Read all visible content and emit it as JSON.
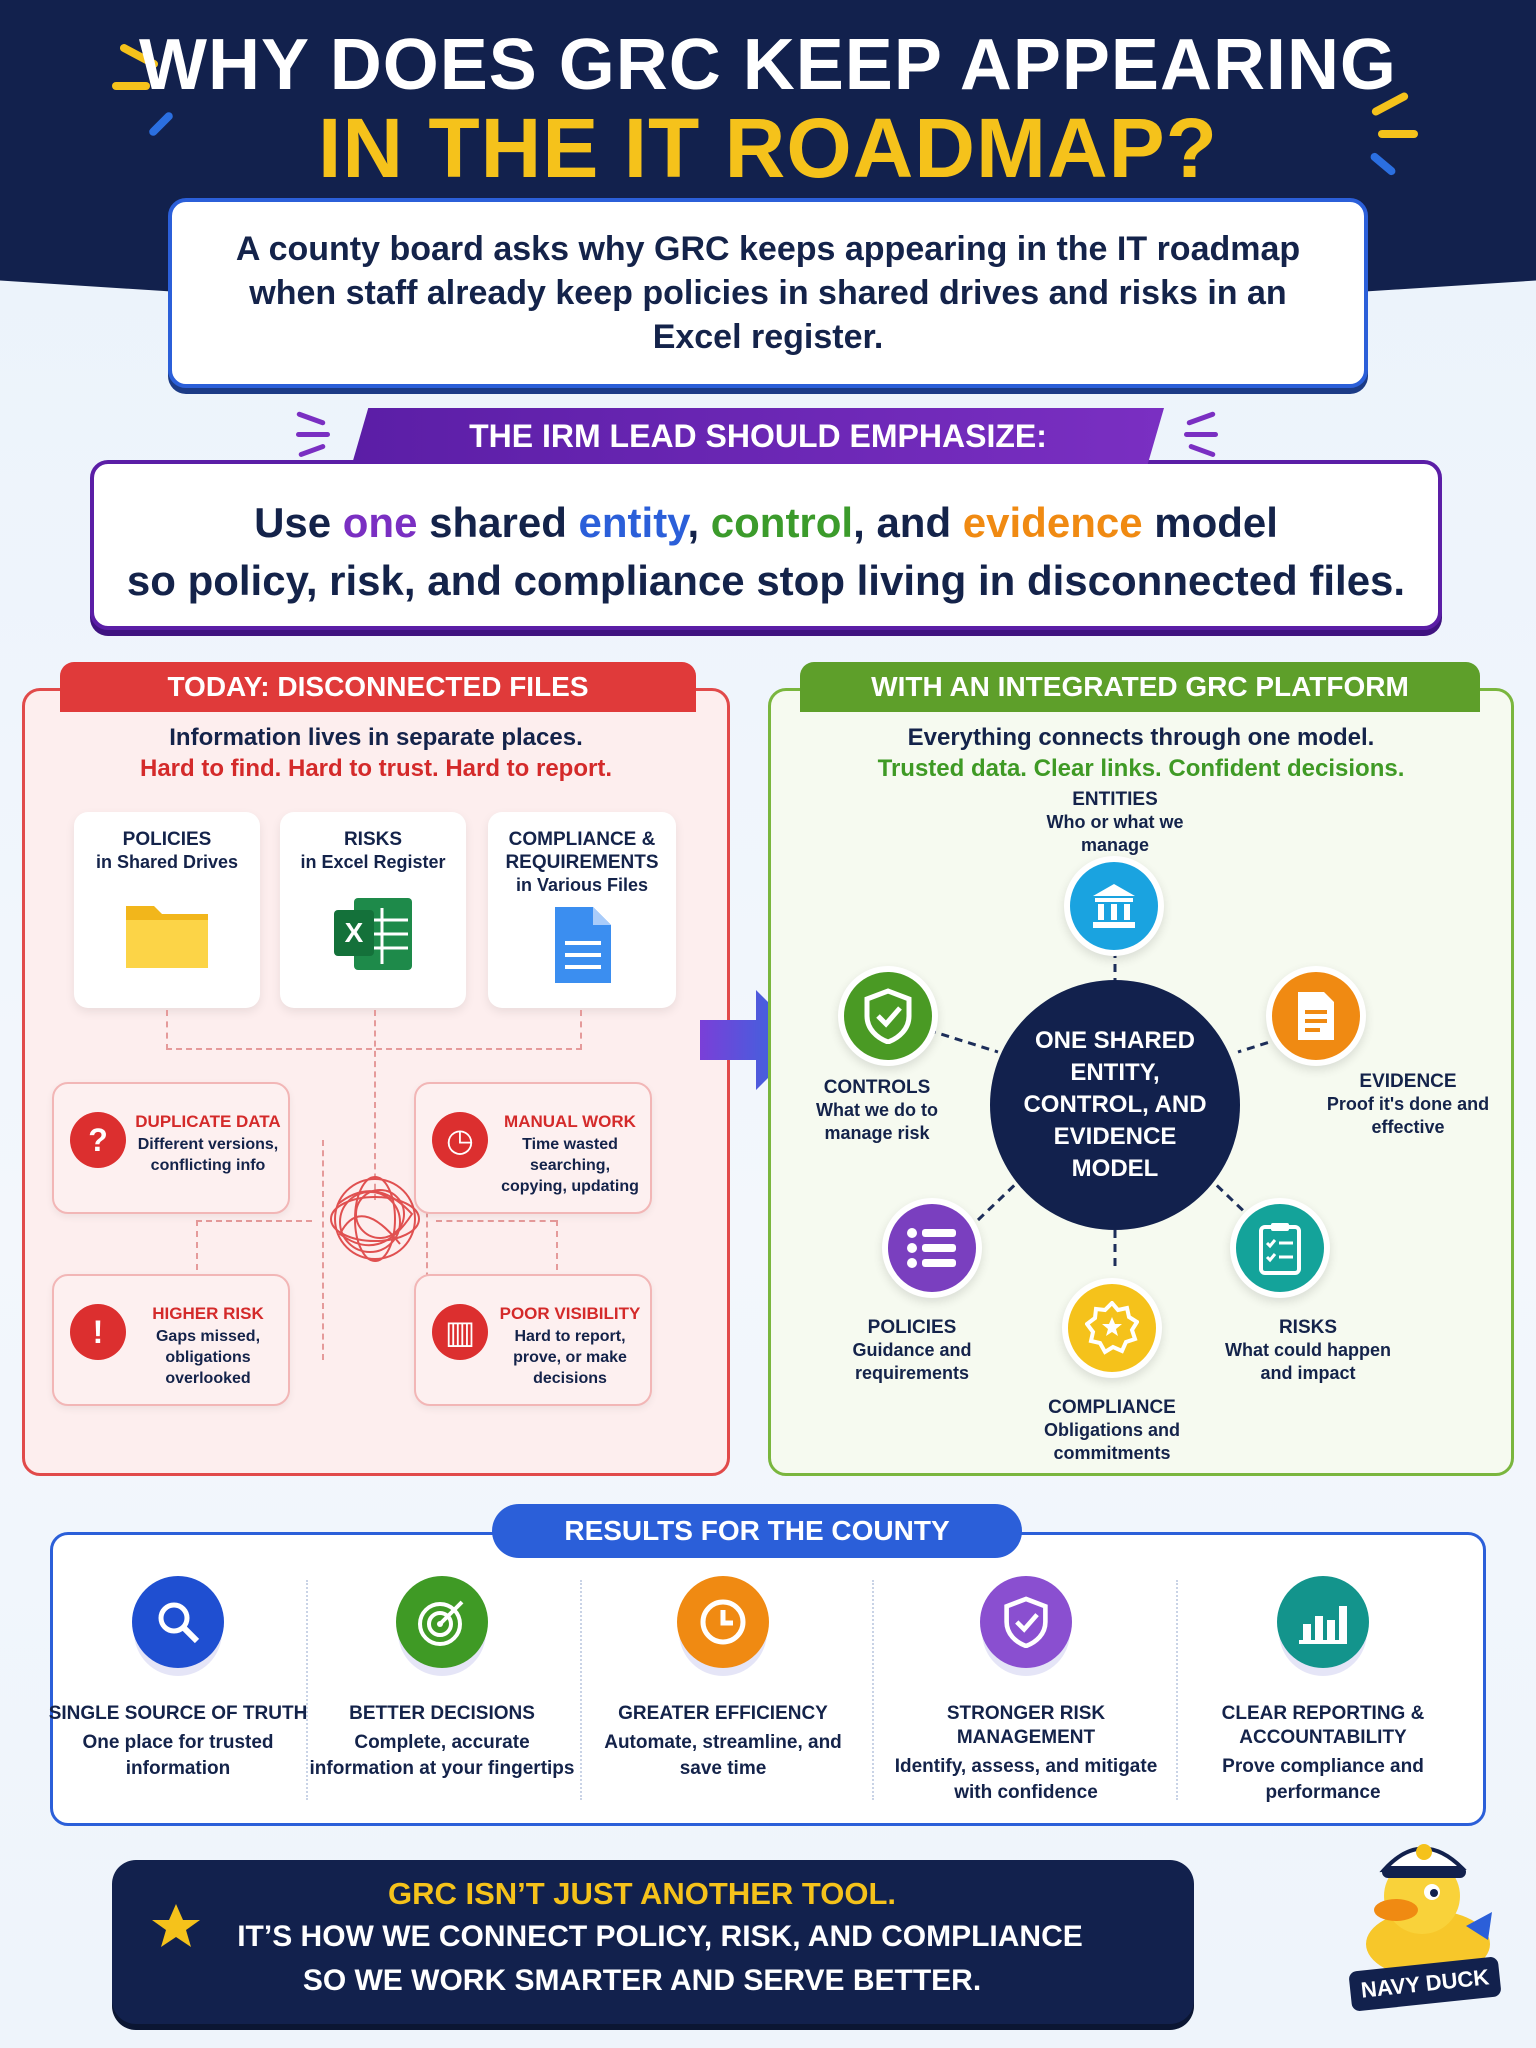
{
  "header": {
    "title_line1": "WHY DOES GRC KEEP APPEARING",
    "title_line2": "IN THE IT ROADMAP?"
  },
  "intro": "A county board asks why GRC keeps appearing in the IT roadmap when staff already keep policies in shared drives and risks in an Excel register.",
  "emphasis": {
    "banner": "THE IRM LEAD SHOULD EMPHASIZE:",
    "line1": {
      "a": "Use ",
      "one": "one",
      "b": " shared ",
      "entity": "entity",
      "c": ", ",
      "control": "control",
      "d": ", and ",
      "evidence": "evidence",
      "e": " model"
    },
    "line2": "so policy, risk, and compliance stop living in disconnected files."
  },
  "today": {
    "tab": "TODAY: DISCONNECTED FILES",
    "subtitle": "Information lives in separate places.",
    "subtitle_red": "Hard to find. Hard to trust. Hard to report.",
    "cards": [
      {
        "title": "POLICIES",
        "sub": "in Shared Drives",
        "icon": "folder-icon"
      },
      {
        "title": "RISKS",
        "sub": "in Excel Register",
        "icon": "excel-icon"
      },
      {
        "title": "COMPLIANCE & REQUIREMENTS",
        "sub": "in Various Files",
        "icon": "document-icon"
      }
    ],
    "problems": [
      {
        "title": "DUPLICATE DATA",
        "desc": "Different versions, conflicting info",
        "icon": "question-icon",
        "glyph": "?"
      },
      {
        "title": "MANUAL WORK",
        "desc": "Time wasted searching, copying, updating",
        "icon": "clock-icon",
        "glyph": "◷"
      },
      {
        "title": "HIGHER RISK",
        "desc": "Gaps missed, obligations overlooked",
        "icon": "warning-icon",
        "glyph": "!"
      },
      {
        "title": "POOR VISIBILITY",
        "desc": "Hard to report, prove, or make decisions",
        "icon": "chart-icon",
        "glyph": "▥"
      }
    ]
  },
  "integrated": {
    "tab": "WITH AN INTEGRATED GRC PLATFORM",
    "subtitle": "Everything connects through one model.",
    "subtitle_green": "Trusted data. Clear links. Confident decisions.",
    "hub": "ONE SHARED ENTITY, CONTROL, AND EVIDENCE MODEL",
    "nodes": [
      {
        "title": "ENTITIES",
        "sub": "Who or what we manage",
        "icon": "building-icon",
        "color": "#1aa3e0"
      },
      {
        "title": "CONTROLS",
        "sub": "What we do to manage risk",
        "icon": "shield-check-icon",
        "color": "#4a9a24"
      },
      {
        "title": "EVIDENCE",
        "sub": "Proof it's done and effective",
        "icon": "evidence-document-icon",
        "color": "#f08a12"
      },
      {
        "title": "POLICIES",
        "sub": "Guidance and requirements",
        "icon": "list-icon",
        "color": "#7a3fbf"
      },
      {
        "title": "RISKS",
        "sub": "What could happen and impact",
        "icon": "clipboard-icon",
        "color": "#14a39a"
      },
      {
        "title": "COMPLIANCE",
        "sub": "Obligations and commitments",
        "icon": "badge-icon",
        "color": "#f5c21b"
      }
    ]
  },
  "results": {
    "tab": "RESULTS FOR THE COUNTY",
    "items": [
      {
        "title": "SINGLE SOURCE OF TRUTH",
        "desc": "One place for trusted information",
        "icon": "search-icon",
        "color": "#1f4fd1"
      },
      {
        "title": "BETTER DECISIONS",
        "desc": "Complete, accurate information at your fingertips",
        "icon": "target-icon",
        "color": "#3f9a25"
      },
      {
        "title": "GREATER EFFICIENCY",
        "desc": "Automate, streamline, and save time",
        "icon": "clock-icon",
        "color": "#f08a12"
      },
      {
        "title": "STRONGER RISK MANAGEMENT",
        "desc": "Identify, assess, and mitigate with confidence",
        "icon": "shield-check-icon",
        "color": "#8a4fd0"
      },
      {
        "title": "CLEAR REPORTING & ACCOUNTABILITY",
        "desc": "Prove compliance and performance",
        "icon": "bar-chart-icon",
        "color": "#13948c"
      }
    ]
  },
  "footer": {
    "line1": "GRC ISN’T JUST ANOTHER TOOL.",
    "line2": "IT’S HOW WE CONNECT POLICY, RISK, AND COMPLIANCE",
    "line3": "SO WE WORK SMARTER AND SERVE BETTER.",
    "star_icon": "star-icon",
    "mascot": "NAVY DUCK"
  }
}
